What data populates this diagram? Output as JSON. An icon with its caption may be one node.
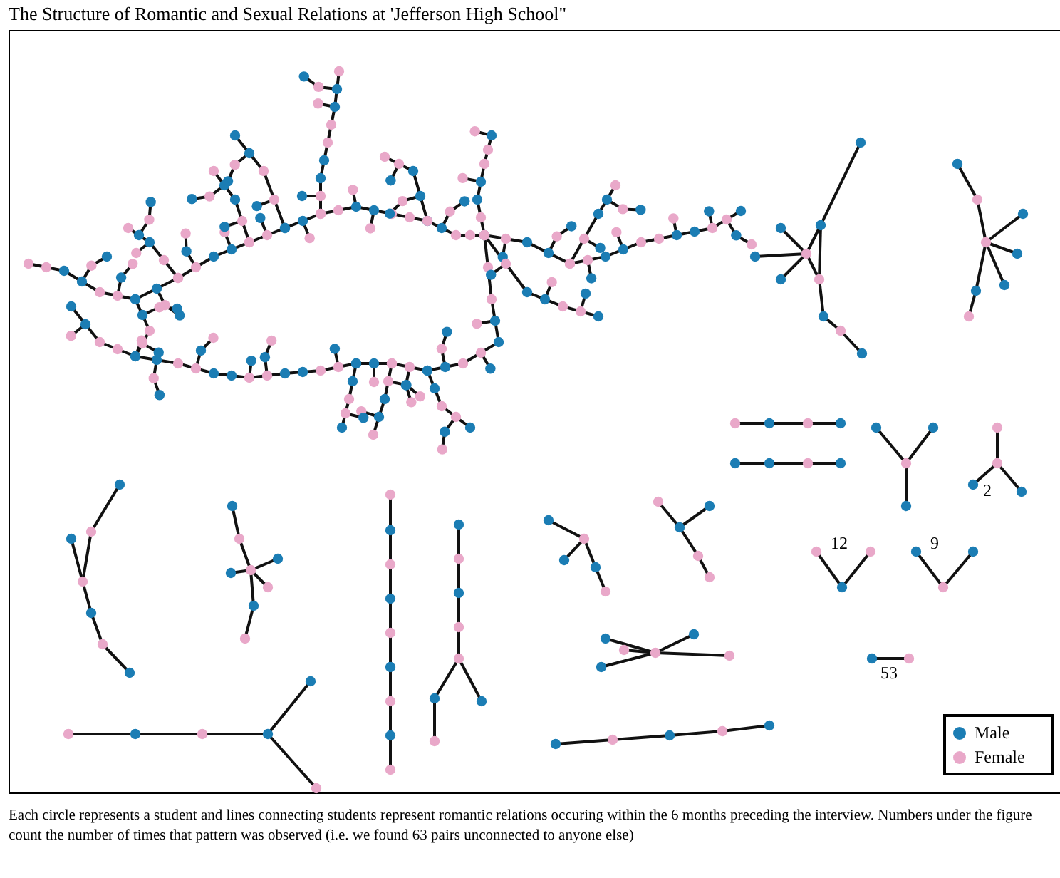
{
  "diagram": {
    "title": "The Structure of Romantic and Sexual Relations at 'Jefferson High School\"",
    "caption": "Each circle represents a student and lines connecting students represent romantic relations occuring within the 6 months preceding the interview. Numbers under the figure count the number of times that pattern was observed (i.e. we found 63 pairs unconnected to anyone else)",
    "labels": [
      "2",
      "12",
      "9",
      "53"
    ],
    "legend": [
      {
        "text": "Male",
        "color": "#1b7db4"
      },
      {
        "text": "Female",
        "color": "#e9a8c9"
      }
    ]
  }
}
